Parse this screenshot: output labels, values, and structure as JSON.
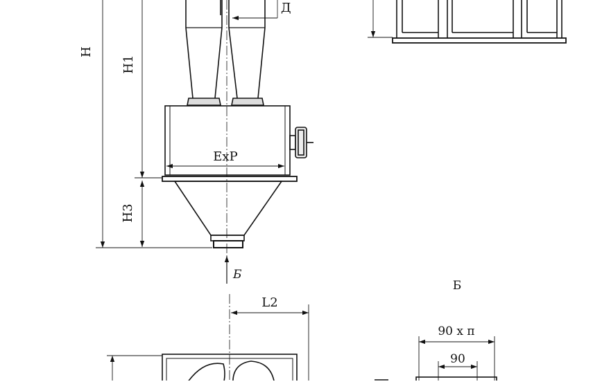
{
  "labels": {
    "h": "H",
    "h1": "H1",
    "h3": "H3",
    "d": "Д",
    "exp": "ExP",
    "arrow_b": "Б",
    "view_b_title": "Б",
    "l2": "L2",
    "dim_90xn": "90 x п",
    "dim_90": "90"
  },
  "colors": {
    "ink": "#111111",
    "background": "#ffffff"
  }
}
